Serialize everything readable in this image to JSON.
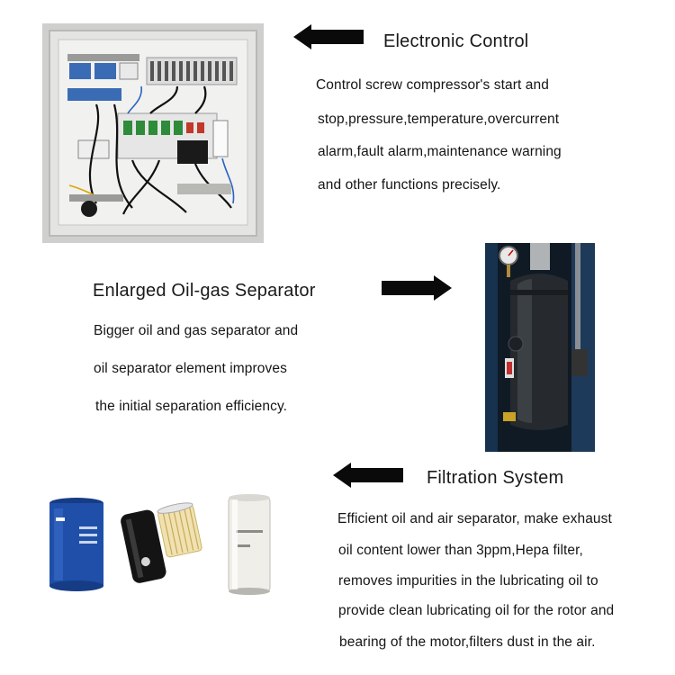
{
  "sections": {
    "electronic": {
      "title": "Electronic Control",
      "lines": [
        "Control screw compressor's start and",
        "stop,pressure,temperature,overcurrent",
        "alarm,fault alarm,maintenance warning",
        "and other functions precisely."
      ],
      "image_icon": "electrical-control-panel",
      "arrow_direction": "left"
    },
    "separator": {
      "title": "Enlarged Oil-gas Separator",
      "lines": [
        "Bigger oil and gas separator and",
        "oil separator element improves",
        "the initial separation efficiency."
      ],
      "image_icon": "oil-gas-separator-tank",
      "arrow_direction": "right"
    },
    "filtration": {
      "title": "Filtration System",
      "lines": [
        "Efficient oil and air separator, make exhaust",
        "oil content lower than 3ppm,Hepa filter,",
        "removes impurities in the lubricating oil to",
        "provide clean lubricating oil for the rotor and",
        "bearing of the motor,filters dust in the air."
      ],
      "image_icon": "oil-air-filters",
      "arrow_direction": "left"
    }
  },
  "colors": {
    "arrow": "#0a0a0a",
    "text": "#151515",
    "filter_blue": "#1f4fa8",
    "panel_gray": "#d6d7d4"
  }
}
